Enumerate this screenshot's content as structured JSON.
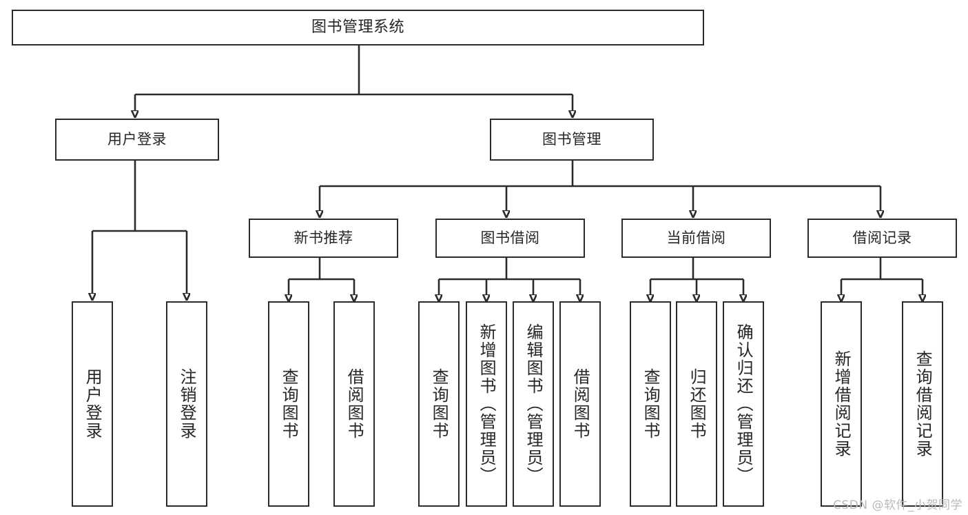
{
  "diagram": {
    "type": "tree-hierarchy",
    "title": "图书管理系统",
    "watermark": "CSDN @软件_小贺同学",
    "root": {
      "id": "root",
      "label": "图书管理系统"
    },
    "level2": [
      {
        "id": "user-login",
        "label": "用户登录"
      },
      {
        "id": "book-manage",
        "label": "图书管理"
      }
    ],
    "level3": [
      {
        "id": "new-book-recommend",
        "label": "新书推荐",
        "parent": "book-manage"
      },
      {
        "id": "book-borrow",
        "label": "图书借阅",
        "parent": "book-manage"
      },
      {
        "id": "current-borrow",
        "label": "当前借阅",
        "parent": "book-manage"
      },
      {
        "id": "borrow-record",
        "label": "借阅记录",
        "parent": "book-manage"
      }
    ],
    "leaves": [
      {
        "id": "leaf-user-login",
        "label": "用户登录",
        "parent": "user-login"
      },
      {
        "id": "leaf-logout-login",
        "label": "注销登录",
        "parent": "user-login"
      },
      {
        "id": "leaf-query-book-1",
        "label": "查询图书",
        "parent": "new-book-recommend"
      },
      {
        "id": "leaf-borrow-book-1",
        "label": "借阅图书",
        "parent": "new-book-recommend"
      },
      {
        "id": "leaf-query-book-2",
        "label": "查询图书",
        "parent": "book-borrow"
      },
      {
        "id": "leaf-add-book",
        "label": "新增图书（管理员）",
        "parent": "book-borrow"
      },
      {
        "id": "leaf-edit-book",
        "label": "编辑图书（管理员）",
        "parent": "book-borrow"
      },
      {
        "id": "leaf-borrow-book-2",
        "label": "借阅图书",
        "parent": "book-borrow"
      },
      {
        "id": "leaf-query-book-3",
        "label": "查询图书",
        "parent": "current-borrow"
      },
      {
        "id": "leaf-return-book",
        "label": "归还图书",
        "parent": "current-borrow"
      },
      {
        "id": "leaf-confirm-return",
        "label": "确认归还（管理员）",
        "parent": "current-borrow"
      },
      {
        "id": "leaf-add-record",
        "label": "新增借阅记录",
        "parent": "borrow-record"
      },
      {
        "id": "leaf-query-record",
        "label": "查询借阅记录",
        "parent": "borrow-record"
      }
    ],
    "colors": {
      "stroke": "#2b2b2b",
      "fill": "#ffffff",
      "text": "#262626",
      "watermark": "#b9b9b9"
    }
  }
}
